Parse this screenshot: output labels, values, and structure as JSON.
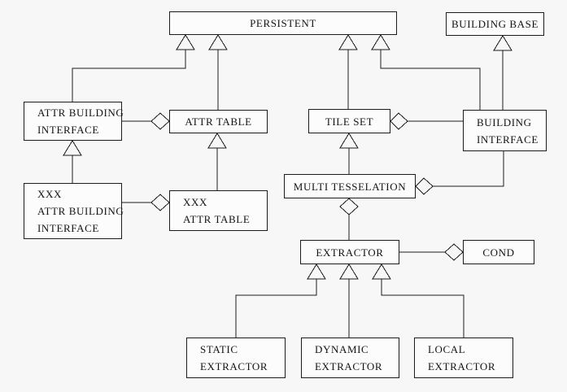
{
  "diagram": {
    "title": "class-hierarchy-diagram",
    "colors": {
      "background": "#f7f7f7",
      "node_fill": "#fcfcfc",
      "line": "#1c1c1c"
    },
    "nodes": [
      {
        "id": "persistent",
        "lines": [
          "PERSISTENT"
        ]
      },
      {
        "id": "building-base",
        "lines": [
          "BUILDING BASE"
        ]
      },
      {
        "id": "attr-building-interface",
        "lines": [
          "ATTR BUILDING",
          "INTERFACE"
        ]
      },
      {
        "id": "attr-table",
        "lines": [
          "ATTR TABLE"
        ]
      },
      {
        "id": "tile-set",
        "lines": [
          "TILE SET"
        ]
      },
      {
        "id": "building-interface",
        "lines": [
          "BUILDING",
          "INTERFACE"
        ]
      },
      {
        "id": "xxx-attr-building-interface",
        "lines": [
          "XXX",
          "ATTR BUILDING",
          "INTERFACE"
        ]
      },
      {
        "id": "xxx-attr-table",
        "lines": [
          "XXX",
          "ATTR TABLE"
        ]
      },
      {
        "id": "multi-tesselation",
        "lines": [
          "MULTI TESSELATION"
        ]
      },
      {
        "id": "extractor",
        "lines": [
          "EXTRACTOR"
        ]
      },
      {
        "id": "cond",
        "lines": [
          "COND"
        ]
      },
      {
        "id": "static-extractor",
        "lines": [
          "STATIC",
          "EXTRACTOR"
        ]
      },
      {
        "id": "dynamic-extractor",
        "lines": [
          "DYNAMIC",
          "EXTRACTOR"
        ]
      },
      {
        "id": "local-extractor",
        "lines": [
          "LOCAL",
          "EXTRACTOR"
        ]
      }
    ],
    "relationships": [
      {
        "type": "inheritance",
        "parent": "persistent",
        "child": "attr-building-interface"
      },
      {
        "type": "inheritance",
        "parent": "persistent",
        "child": "attr-table"
      },
      {
        "type": "inheritance",
        "parent": "persistent",
        "child": "tile-set"
      },
      {
        "type": "inheritance",
        "parent": "persistent",
        "child": "building-interface"
      },
      {
        "type": "inheritance",
        "parent": "building-base",
        "child": "building-interface"
      },
      {
        "type": "inheritance",
        "parent": "attr-building-interface",
        "child": "xxx-attr-building-interface"
      },
      {
        "type": "inheritance",
        "parent": "attr-table",
        "child": "xxx-attr-table"
      },
      {
        "type": "inheritance",
        "parent": "tile-set",
        "child": "multi-tesselation"
      },
      {
        "type": "inheritance",
        "parent": "extractor",
        "child": "static-extractor"
      },
      {
        "type": "inheritance",
        "parent": "extractor",
        "child": "dynamic-extractor"
      },
      {
        "type": "inheritance",
        "parent": "extractor",
        "child": "local-extractor"
      },
      {
        "type": "aggregation",
        "whole": "attr-table",
        "part": "attr-building-interface"
      },
      {
        "type": "aggregation",
        "whole": "xxx-attr-table",
        "part": "xxx-attr-building-interface"
      },
      {
        "type": "aggregation",
        "whole": "tile-set",
        "part": "building-interface"
      },
      {
        "type": "aggregation",
        "whole": "multi-tesselation",
        "part": "building-interface"
      },
      {
        "type": "aggregation",
        "whole": "multi-tesselation",
        "part": "extractor"
      },
      {
        "type": "aggregation",
        "whole": "cond",
        "part": "extractor"
      }
    ]
  }
}
